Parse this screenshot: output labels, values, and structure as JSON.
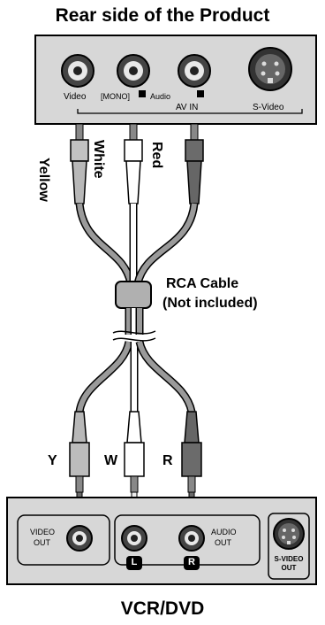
{
  "title": "Rear side of the Product",
  "bottom_title": "VCR/DVD",
  "product_panel": {
    "video": "Video",
    "mono": "[MONO]",
    "audio": "Audio",
    "av_in": "AV IN",
    "s_video": "S-Video"
  },
  "cables": {
    "yellow": "Yellow",
    "white": "White",
    "red": "Red"
  },
  "cable_label": {
    "line1": "RCA Cable",
    "line2": "(Not included)"
  },
  "plug_letters": {
    "y": "Y",
    "w": "W",
    "r": "R"
  },
  "device_panel": {
    "video_out_1": "VIDEO",
    "video_out_2": "OUT",
    "audio_out_1": "AUDIO",
    "audio_out_2": "OUT",
    "s_video_out_1": "S-VIDEO",
    "s_video_out_2": "OUT",
    "left": "L",
    "right": "R"
  },
  "colors": {
    "panel": "#d6d6d6",
    "cable_grey": "#9a9a9a",
    "plug_dark": "#6b6b6b",
    "plug_light": "#bcbcbc"
  }
}
